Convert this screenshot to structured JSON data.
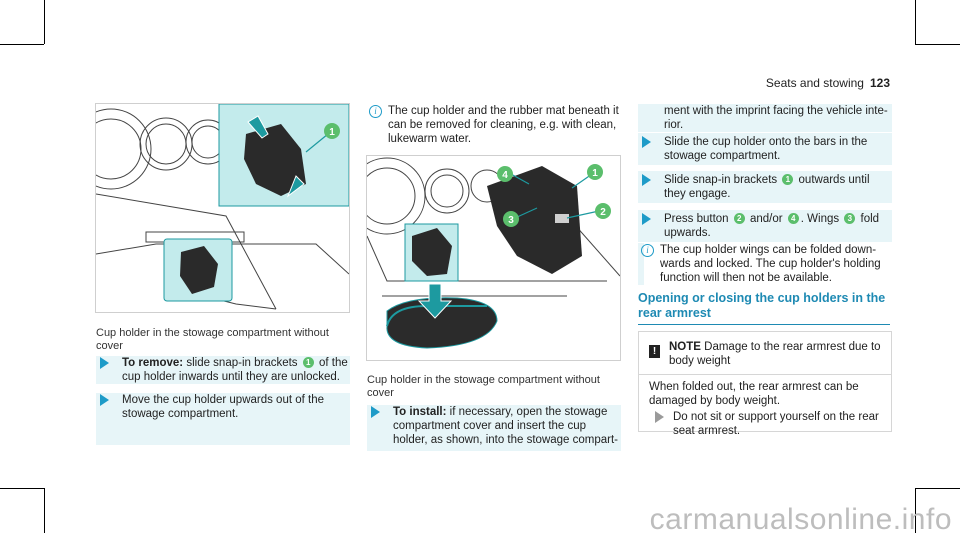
{
  "header": {
    "section": "Seats and stowing",
    "page": "123"
  },
  "left": {
    "caption": "Cup holder in the stowage compartment without cover",
    "steps": [
      {
        "label": "To remove:",
        "before": " slide snap-in brackets ",
        "badge": "1",
        "after": " of the cup holder inwards until they are unlocked."
      },
      {
        "text": "Move the cup holder upwards out of the stowage compartment."
      }
    ]
  },
  "middle": {
    "info": "The cup holder and the rubber mat beneath it can be removed for cleaning, e.g. with clean, lukewarm water.",
    "caption": "Cup holder in the stowage compartment without cover",
    "step": {
      "label": "To install:",
      "text": " if necessary, open the stowage compartment cover and insert the cup holder, as shown, into the stowage compart-"
    }
  },
  "right": {
    "continuation": "ment with the imprint facing the vehicle inte-rior.",
    "steps": [
      {
        "text": "Slide the cup holder onto the bars in the stowage compartment."
      },
      {
        "before": "Slide snap-in brackets ",
        "badge": "1",
        "after": " outwards until they engage."
      },
      {
        "before": "Press button ",
        "badge": "2",
        "mid": " and/or ",
        "badge2": "4",
        "line2_before": ". Wings ",
        "badge3": "3",
        "line2_after": " fold upwards."
      }
    ],
    "info": "The cup holder wings can be folded down-wards and locked. The cup holder's holding function will then not be available.",
    "section_title": "Opening or closing the cup holders in the rear armrest",
    "note": {
      "title": "NOTE",
      "title_rest": " Damage to the rear armrest due to body weight",
      "body": "When folded out, the rear armrest can be damaged by body weight.",
      "step": "Do not sit or support yourself on the rear seat armrest."
    }
  },
  "figure_labels": {
    "fig1": [
      "1"
    ],
    "fig2": [
      "4",
      "1",
      "3",
      "2"
    ]
  },
  "watermark": "carmanualsonline.info"
}
